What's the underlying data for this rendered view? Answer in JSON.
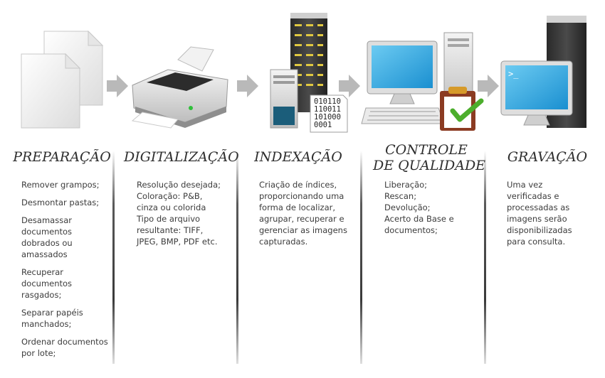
{
  "steps": [
    {
      "title": "PREPARAÇÃO",
      "items": [
        "Remover grampos;",
        "Desmontar pastas;",
        "Desamassar documentos dobrados ou amassados",
        "Recuperar documentos rasgados;",
        "Separar papéis manchados;",
        "Ordenar documentos por lote;"
      ]
    },
    {
      "title": "DIGITALIZAÇÃO",
      "items": [
        "Resolução desejada;",
        "Coloração: P&B, cinza ou colorida",
        "Tipo de arquivo resultante: TIFF, JPEG, BMP, PDF etc."
      ]
    },
    {
      "title": "INDEXAÇÃO",
      "items": [
        "Criação de índices, proporcionando uma forma de localizar, agrupar, recuperar e gerenciar as imagens capturadas."
      ]
    },
    {
      "title_line1": "CONTROLE",
      "title_line2": "DE QUALIDADE",
      "items": [
        "Liberação;",
        "Rescan;",
        "Devolução;",
        "Acerto da Base e documentos;"
      ]
    },
    {
      "title": "GRAVAÇÃO",
      "items": [
        "Uma vez verificadas e processadas as imagens serão disponibilizadas para consulta."
      ]
    }
  ],
  "binary_label": {
    "line1": "010110",
    "line2": "110011",
    "line3": "101000",
    "line4": "0001"
  },
  "terminal_prompt": ">_",
  "colors": {
    "arrow": "#b9b9b9",
    "divider": "#4a4a4a",
    "screen": "#29a3dc",
    "check": "#4cae2c"
  }
}
